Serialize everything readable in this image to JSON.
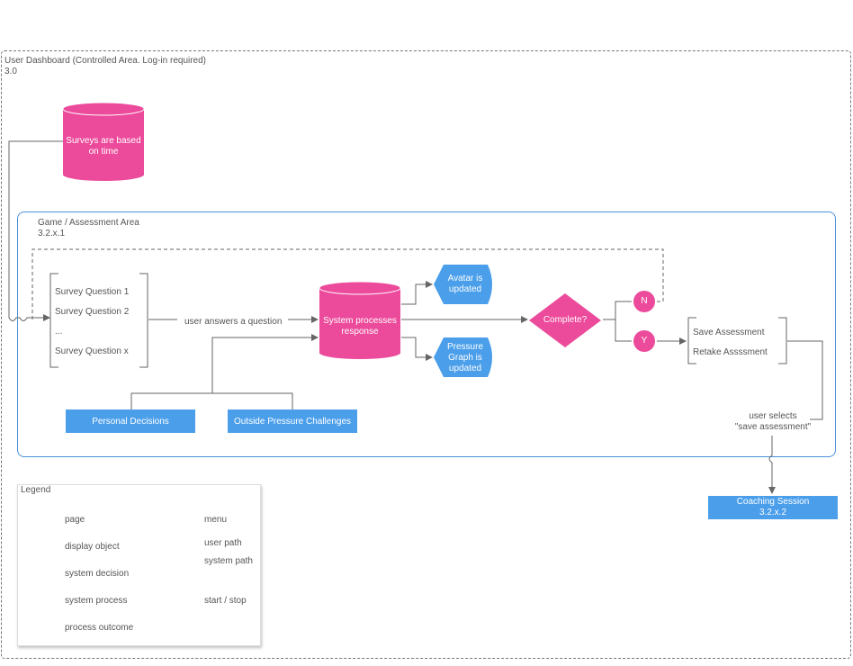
{
  "colors": {
    "pink": "#ec4a9b",
    "blue": "#4a9eea",
    "teal": "#1a9cc4",
    "olive": "#9a9a1a",
    "line": "#666666"
  },
  "outer_area": {
    "title": "User Dashboard (Controlled Area. Log-in required)",
    "id": "3.0"
  },
  "surveys_db": {
    "label": "Surveys are based on time"
  },
  "game_area": {
    "title": "Game / Assessment Area",
    "id": "3.2.x.1"
  },
  "survey_menu": {
    "items": [
      "Survey Question 1",
      "Survey Question 2",
      "...",
      "Survey Question x"
    ]
  },
  "user_answers_label": "user answers a question",
  "system_process": {
    "label": "System processes response"
  },
  "avatar_updated": {
    "label": "Avatar is updated"
  },
  "pressure_updated": {
    "label": "Pressure Graph is updated"
  },
  "decision": {
    "label": "Complete?",
    "no": "N",
    "yes": "Y"
  },
  "result_menu": {
    "items": [
      "Save Assessment",
      "Retake Assssment"
    ]
  },
  "inputs": {
    "personal": "Personal Decisions",
    "outside": "Outside Pressure Challenges"
  },
  "user_selects_label": {
    "line1": "user selects",
    "line2": "\"save assessment\""
  },
  "coaching": {
    "title": "Coaching Session",
    "id": "3.2.x.2"
  },
  "legend": {
    "title": "Legend",
    "items": [
      "page",
      "display object",
      "system decision",
      "system process",
      "process outcome"
    ],
    "items2": [
      "menu",
      "user path",
      "system path",
      "start / stop"
    ]
  }
}
